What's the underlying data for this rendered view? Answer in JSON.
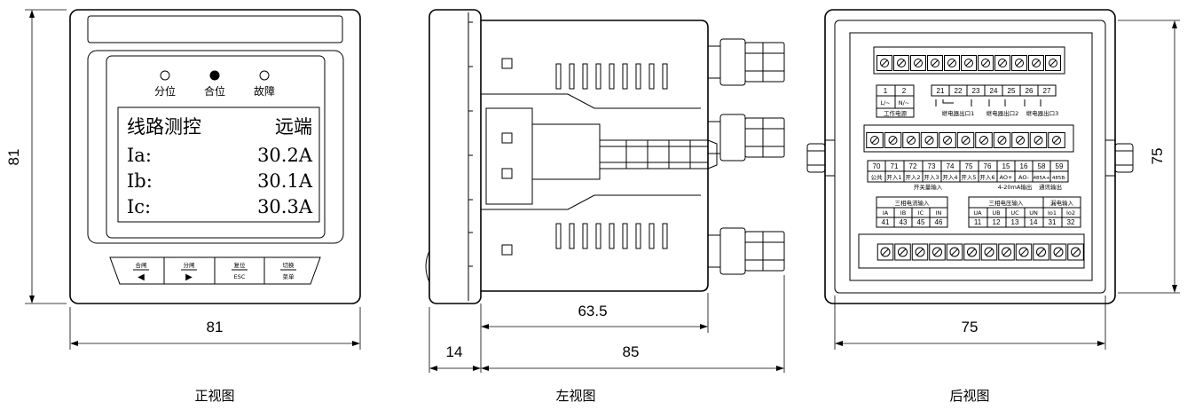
{
  "front": {
    "leds": [
      "分位",
      "合位",
      "故障"
    ],
    "lcd": {
      "title": "线路测控",
      "mode": "远端",
      "rows": [
        {
          "label": "Ia:",
          "value": "30.2A"
        },
        {
          "label": "Ib:",
          "value": "30.1A"
        },
        {
          "label": "Ic:",
          "value": "30.3A"
        }
      ]
    },
    "keys": [
      {
        "top": "合闸",
        "bottom": "◀"
      },
      {
        "top": "分闸",
        "bottom": "▶"
      },
      {
        "top": "复位",
        "bottom": "ESC"
      },
      {
        "top": "切换",
        "bottom": "菜单"
      }
    ],
    "dim_width": "81",
    "dim_height": "81",
    "caption": "正视图"
  },
  "side": {
    "dim_body": "63.5",
    "dim_panel": "14",
    "dim_total": "85",
    "caption": "左视图"
  },
  "back": {
    "row1": {
      "numbers": [
        "1",
        "2",
        "21",
        "22",
        "23",
        "24",
        "25",
        "26",
        "27"
      ],
      "sub": [
        "L/~",
        "N/~"
      ],
      "groups": [
        "工作电源",
        "继电器出口1",
        "继电器出口2",
        "继电器出口3"
      ]
    },
    "row2": {
      "numbers": [
        "70",
        "71",
        "72",
        "73",
        "74",
        "75",
        "76",
        "15",
        "16",
        "58",
        "59"
      ],
      "sub": [
        "公共",
        "开入1",
        "开入2",
        "开入3",
        "开入4",
        "开入5",
        "开入6",
        "AO+",
        "AO-",
        "485A+",
        "485B-"
      ],
      "groups": [
        "开关量输入",
        "4-20mA输出",
        "通讯输出"
      ]
    },
    "row3": {
      "current_title": "三相电流输入",
      "current_labels": [
        "IA",
        "IB",
        "IC",
        "IN"
      ],
      "current_numbers": [
        "41",
        "43",
        "45",
        "46"
      ],
      "voltage_title": "三相电压输入",
      "voltage_labels": [
        "UA",
        "UB",
        "UC",
        "UN"
      ],
      "voltage_numbers": [
        "11",
        "12",
        "13",
        "14"
      ],
      "leak_title": "漏电输入",
      "leak_labels": [
        "Io1",
        "Io2"
      ],
      "leak_numbers": [
        "31",
        "32"
      ]
    },
    "dim_width": "75",
    "dim_height": "75",
    "caption": "后视图"
  }
}
